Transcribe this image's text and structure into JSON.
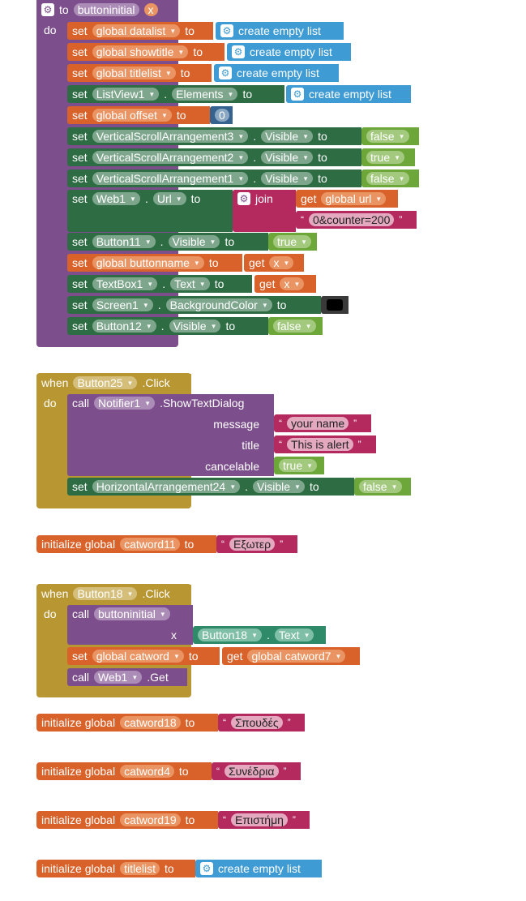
{
  "procedure": {
    "to": "to",
    "name": "buttoninitial",
    "param": "x",
    "do": "do",
    "statements": [
      {
        "set": "set",
        "var": "global datalist",
        "to": "to",
        "value": "create empty list"
      },
      {
        "set": "set",
        "var": "global showtitle",
        "to": "to",
        "value": "create empty list"
      },
      {
        "set": "set",
        "var": "global titlelist",
        "to": "to",
        "value": "create empty list"
      },
      {
        "set": "set",
        "comp": "ListView1",
        "prop": "Elements",
        "to": "to",
        "value": "create empty list"
      },
      {
        "set": "set",
        "var": "global offset",
        "to": "to",
        "value": "0"
      },
      {
        "set": "set",
        "comp": "VerticalScrollArrangement3",
        "prop": "Visible",
        "to": "to",
        "value": "false"
      },
      {
        "set": "set",
        "comp": "VerticalScrollArrangement2",
        "prop": "Visible",
        "to": "to",
        "value": "true"
      },
      {
        "set": "set",
        "comp": "VerticalScrollArrangement1",
        "prop": "Visible",
        "to": "to",
        "value": "false"
      },
      {
        "set": "set",
        "comp": "Web1",
        "prop": "Url",
        "to": "to",
        "join": "join",
        "get": "get",
        "getvar": "global url",
        "text": "0&counter=200"
      },
      {
        "set": "set",
        "comp": "Button11",
        "prop": "Visible",
        "to": "to",
        "value": "true"
      },
      {
        "set": "set",
        "var": "global buttonname",
        "to": "to",
        "get": "get",
        "getvar": "x"
      },
      {
        "set": "set",
        "comp": "TextBox1",
        "prop": "Text",
        "to": "to",
        "get": "get",
        "getvar": "x"
      },
      {
        "set": "set",
        "comp": "Screen1",
        "prop": "BackgroundColor",
        "to": "to",
        "color": "#000000"
      },
      {
        "set": "set",
        "comp": "Button12",
        "prop": "Visible",
        "to": "to",
        "value": "false"
      }
    ]
  },
  "event1": {
    "when": "when",
    "comp": "Button25",
    "event": ".Click",
    "do": "do",
    "call": "call",
    "callcomp": "Notifier1",
    "method": ".ShowTextDialog",
    "args": [
      {
        "label": "message",
        "value": "your name"
      },
      {
        "label": "title",
        "value": "This is alert"
      },
      {
        "label": "cancelable",
        "value": "true"
      }
    ],
    "set": {
      "set": "set",
      "comp": "HorizontalArrangement24",
      "prop": "Visible",
      "to": "to",
      "value": "false"
    }
  },
  "global1": {
    "init": "initialize global",
    "name": "catword11",
    "to": "to",
    "value": "Εξωτερ"
  },
  "event2": {
    "when": "when",
    "comp": "Button18",
    "event": ".Click",
    "do": "do",
    "call": "call",
    "proc": "buttoninitial",
    "arg": "x",
    "argcomp": "Button18",
    "argprop": "Text",
    "set": {
      "set": "set",
      "var": "global catword",
      "to": "to",
      "get": "get",
      "getvar": "global catword7"
    },
    "call2": {
      "call": "call",
      "comp": "Web1",
      "method": ".Get"
    }
  },
  "global2": {
    "init": "initialize global",
    "name": "catword18",
    "to": "to",
    "value": "Σπουδές"
  },
  "global3": {
    "init": "initialize global",
    "name": "catword4",
    "to": "to",
    "value": "Συνέδρια"
  },
  "global4": {
    "init": "initialize global",
    "name": "catword19",
    "to": "to",
    "value": "Επιστήμη"
  },
  "global5": {
    "init": "initialize global",
    "name": "titlelist",
    "to": "to",
    "value": "create empty list"
  },
  "quote_open": "“",
  "quote_close": "”",
  "gear_glyph": "⚙",
  "dropdown_glyph": "▼"
}
